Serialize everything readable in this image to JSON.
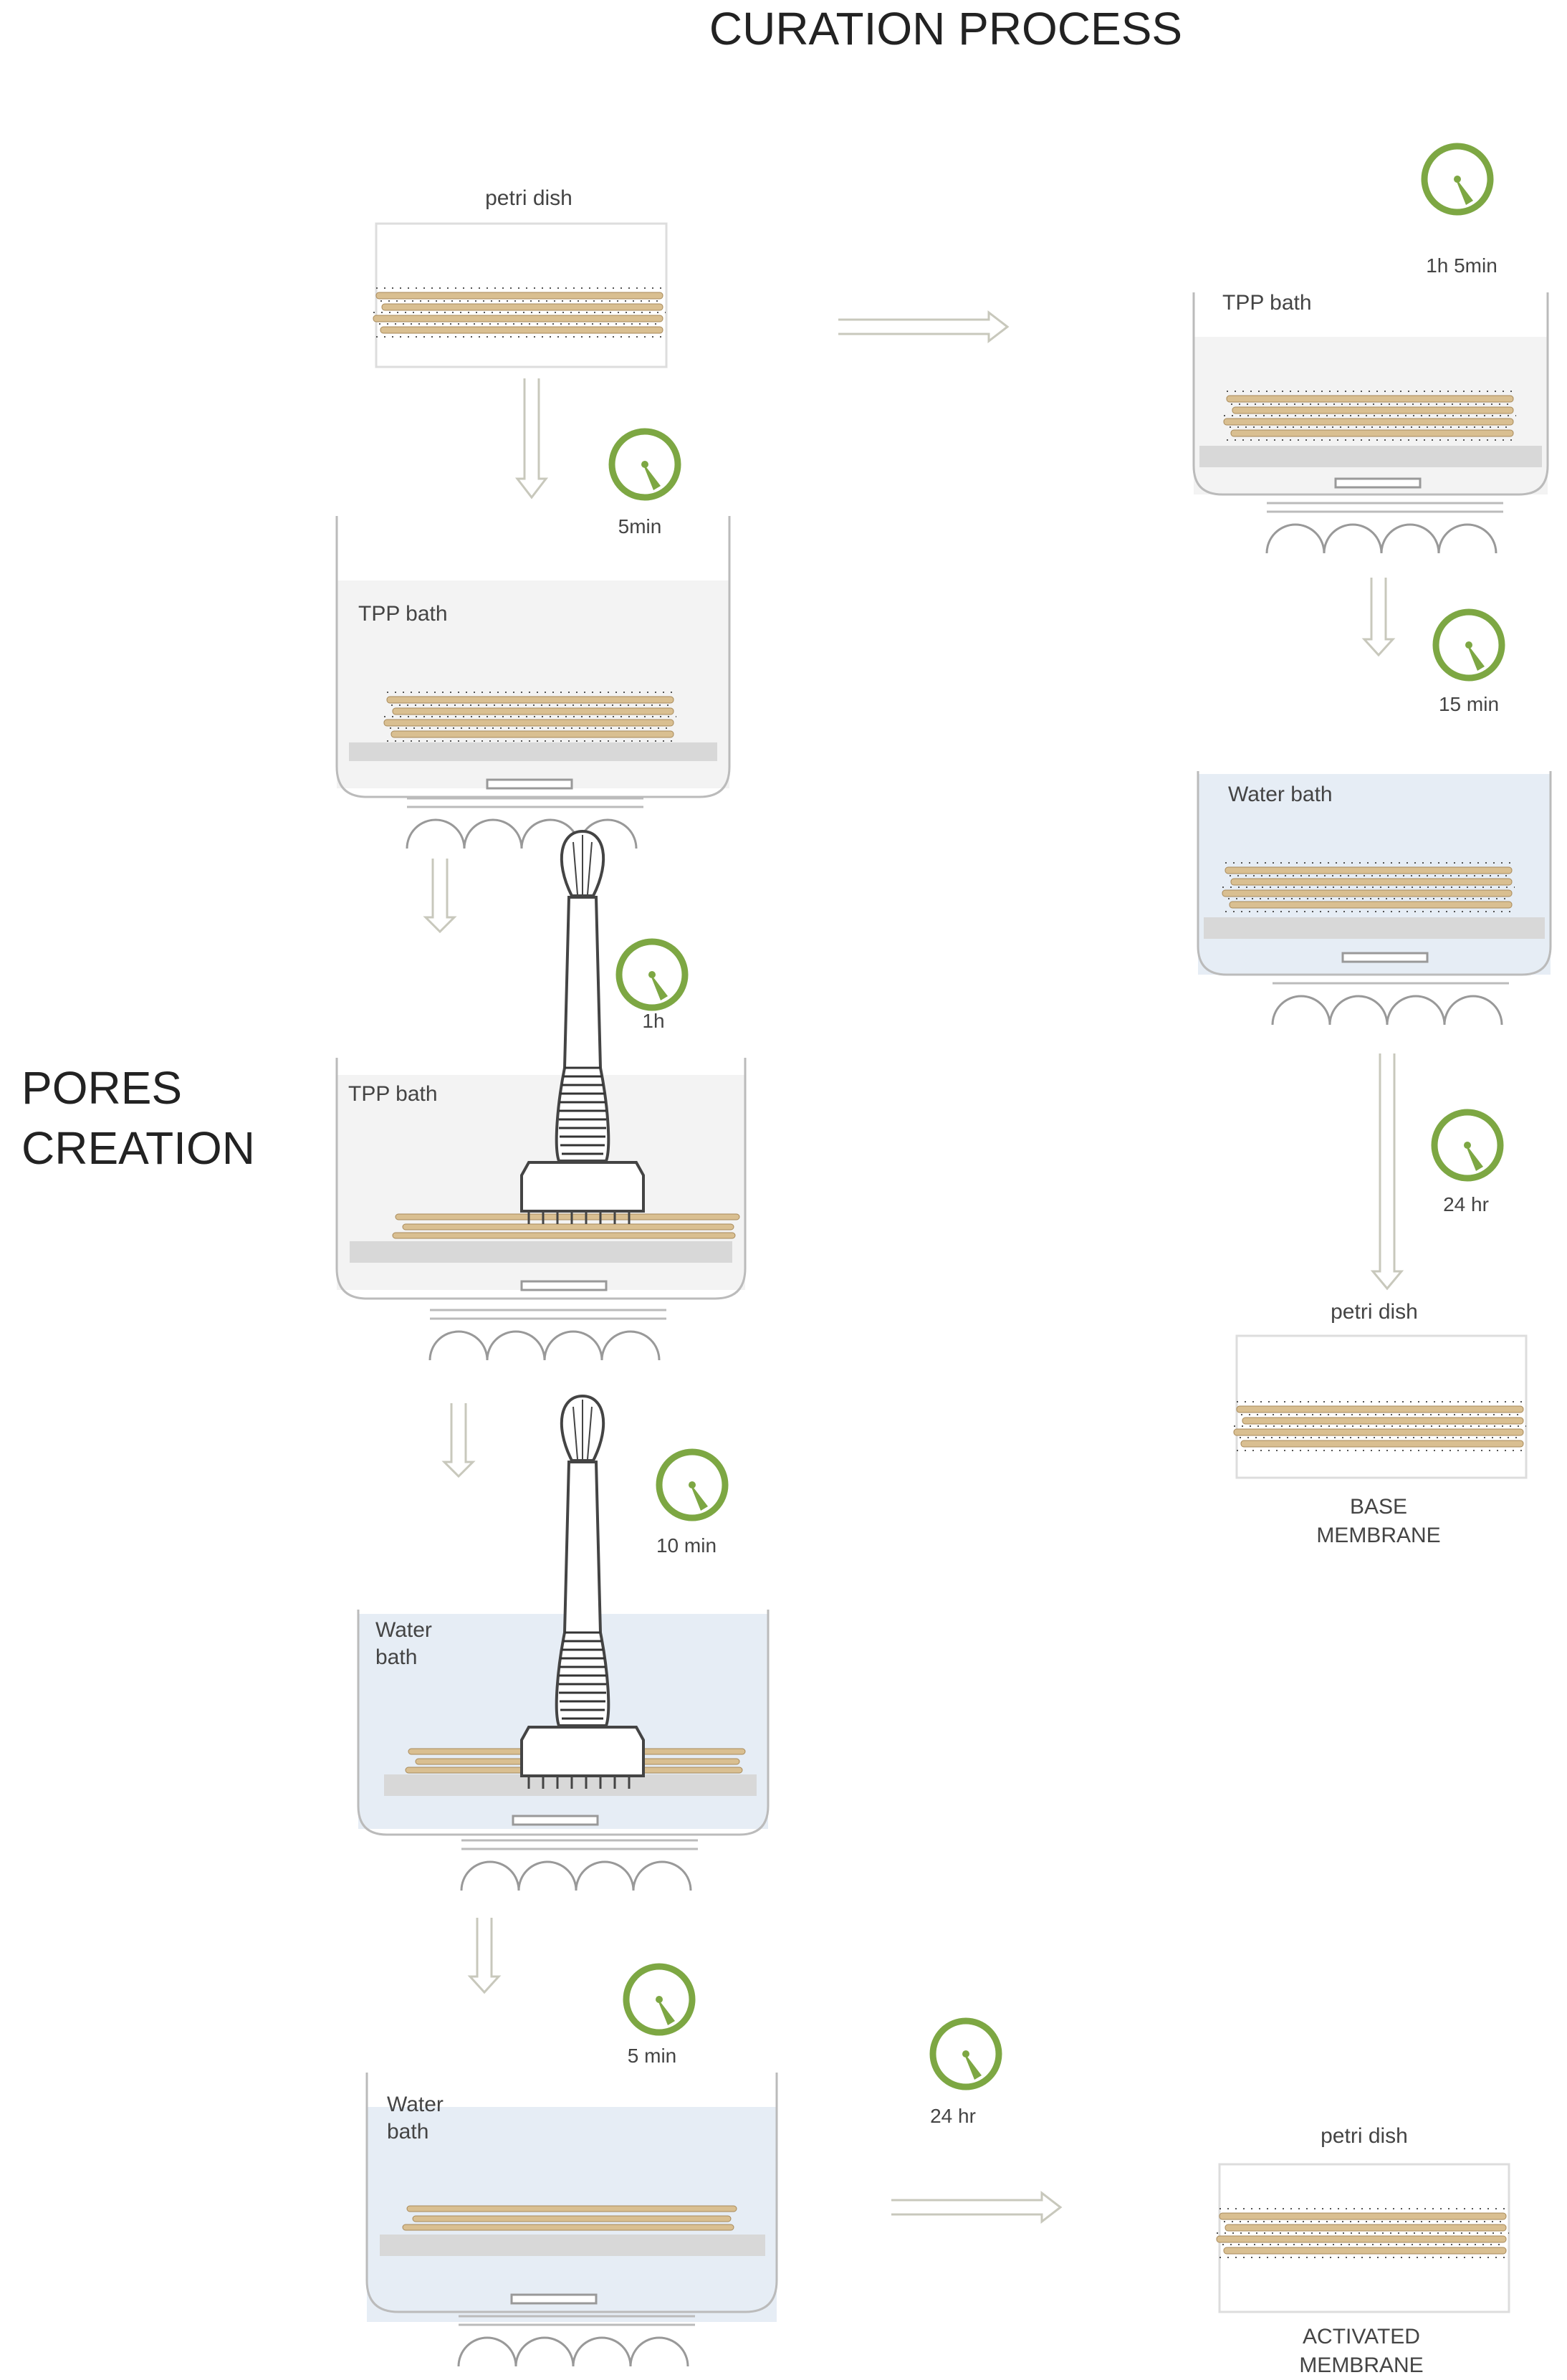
{
  "title": "CURATION PROCESS",
  "section_label": {
    "line1": "PORES",
    "line2": "CREATION"
  },
  "colors": {
    "timer_green": "#7da743",
    "membrane": "#d9bf91",
    "arrow": "#dcdcd2",
    "container_line": "#bbbbbb",
    "tpp_tint": "#f3f3f3",
    "water_tint": "#e6edf5",
    "base_plate": "#d8d8d8"
  },
  "steps": {
    "petri_dish_start": {
      "label": "petri dish"
    },
    "tpp_bath_1": {
      "label": "TPP bath",
      "time": "5min"
    },
    "tpp_bath_roller": {
      "label": "TPP bath",
      "time": "1h"
    },
    "water_bath_roller": {
      "label_line1": "Water",
      "label_line2": "bath",
      "time": "10 min"
    },
    "water_bath_final": {
      "label_line1": "Water",
      "label_line2": "bath",
      "time": "5 min"
    },
    "final_wait": {
      "time": "24 hr"
    },
    "petri_dish_activated": {
      "label": "petri dish",
      "caption_line1": "ACTIVATED",
      "caption_line2": "MEMBRANE"
    },
    "tpp_bath_right": {
      "label": "TPP bath",
      "time": "1h 5min"
    },
    "water_bath_right": {
      "label": "Water bath",
      "time": "15 min"
    },
    "right_wait": {
      "time": "24 hr"
    },
    "petri_dish_base": {
      "label": "petri dish",
      "caption_line1": "BASE",
      "caption_line2": "MEMBRANE"
    }
  }
}
